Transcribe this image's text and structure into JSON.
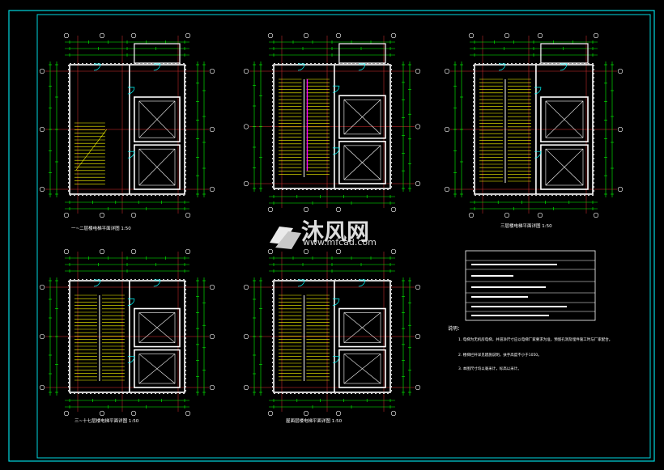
{
  "plans": [
    {
      "caption": "一~二层楼电梯平面详图 1:50"
    },
    {
      "caption": ""
    },
    {
      "caption": "三层楼电梯平面详图 1:50"
    },
    {
      "caption": "三~十七层楼电梯平面详图 1:50"
    },
    {
      "caption": "屋面层楼电梯平面详图 1:50"
    }
  ],
  "notes": {
    "title": "说明：",
    "lines": [
      "1. 电梯为无机房电梯，井道净尺寸应以电梯厂家要求为准，预留孔洞及埋件施工时与厂家配合。",
      "2. 楼梯栏杆详见建施说明，扶手高度不小于1050。",
      "3. 本图尺寸均以毫米计，标高以米计。"
    ]
  },
  "watermark": {
    "cn": "沐风网",
    "url": "www.mfcad.com"
  },
  "colors": {
    "frame": "#00d8e0",
    "wall": "#ffffff",
    "axis": "#e03030",
    "dim": "#00ff00",
    "stair": "#ffff00",
    "door": "#00ffff",
    "highlight": "#ff00ff"
  }
}
